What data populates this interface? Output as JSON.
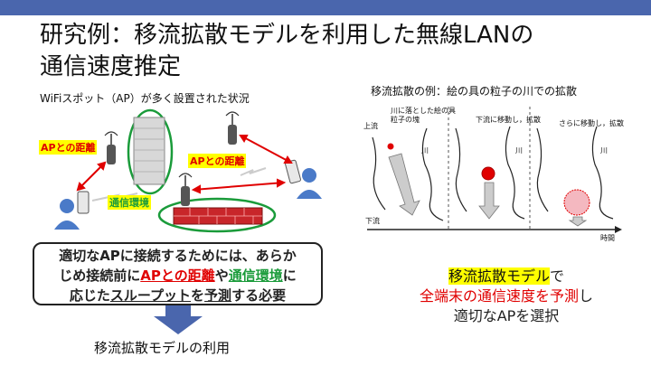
{
  "colors": {
    "topbar": "#4a66ad",
    "accent_red": "#e00000",
    "accent_green": "#1a9b3a",
    "highlight": "#ffff00"
  },
  "title": {
    "line1": "研究例：移流拡散モデルを利用した無線LANの",
    "line2": "通信速度推定"
  },
  "left": {
    "subtitle": "WiFiスポット（AP）が多く設置された状況",
    "label_ap_distance_1": "APとの距離",
    "label_ap_distance_2": "APとの距離",
    "label_env": "通信環境",
    "box": {
      "line1_a": "適切な",
      "line1_b": "APに接続するためには、あらか",
      "line2_a": "じめ接続前に",
      "line2_red": "APとの距離",
      "line2_b": "や",
      "line2_green": "通信環境",
      "line2_c": "に",
      "line3_a": "応じた",
      "line3_u": "スループット",
      "line3_b": "を",
      "line3_u2": "予測",
      "line3_c": "する必要"
    },
    "use_label": "移流拡散モデルの利用"
  },
  "right": {
    "subtitle": "移流拡散の例：絵の具の粒子の川での拡散",
    "upstream": "上流",
    "downstream": "下流",
    "time": "時間",
    "river1": "川",
    "river2": "川",
    "river3": "川",
    "note1_l1": "川に落とした絵の具",
    "note1_l2": "粒子の塊",
    "note2": "下流に移動し，拡散",
    "note3": "さらに移動し，拡散",
    "conclusion": {
      "line1_hl": "移流拡散モデル",
      "line1_b": "で",
      "line2_red": "全端末の通信速度を予測",
      "line2_b": "し",
      "line3": "適切なAPを選択"
    }
  }
}
